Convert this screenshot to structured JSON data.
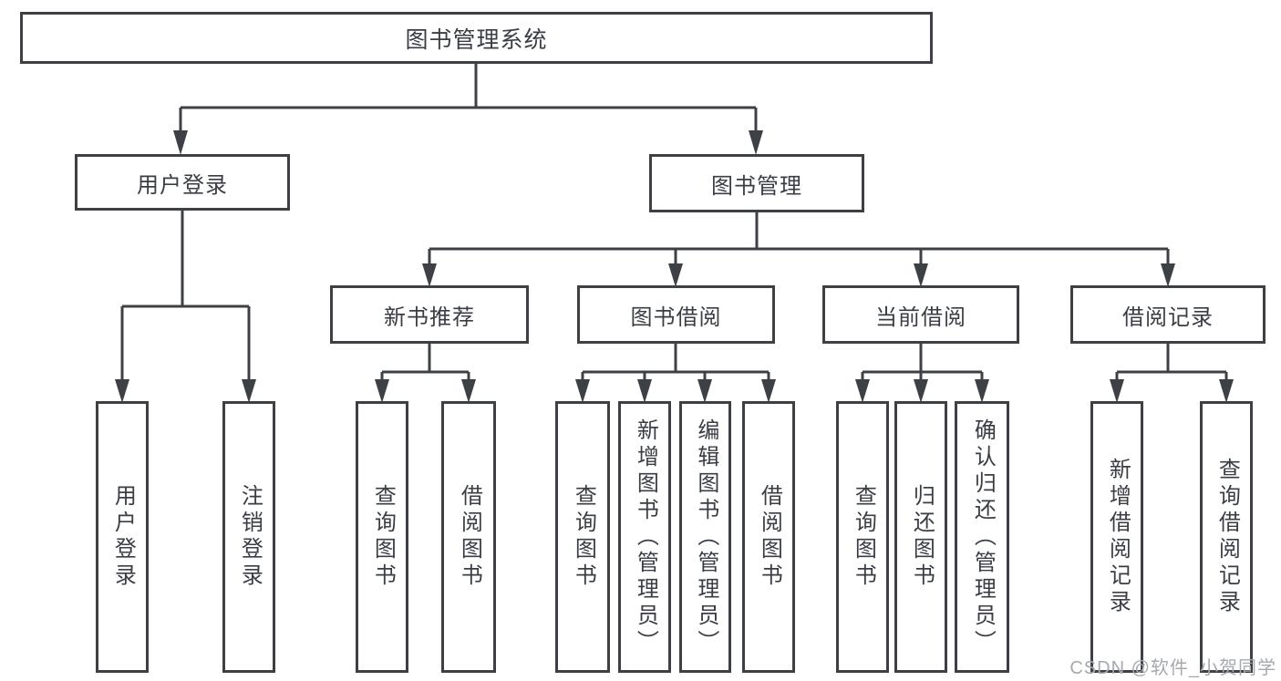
{
  "tree": {
    "root": {
      "label": "图书管理系统"
    },
    "branches": [
      {
        "label": "用户登录",
        "children": [
          {
            "label": "用户登录"
          },
          {
            "label": "注销登录"
          }
        ]
      },
      {
        "label": "图书管理",
        "sections": [
          {
            "label": "新书推荐",
            "children": [
              {
                "label": "查询图书"
              },
              {
                "label": "借阅图书"
              }
            ]
          },
          {
            "label": "图书借阅",
            "children": [
              {
                "label": "查询图书"
              },
              {
                "label": "新增图书（管理员）"
              },
              {
                "label": "编辑图书（管理员）"
              },
              {
                "label": "借阅图书"
              }
            ]
          },
          {
            "label": "当前借阅",
            "children": [
              {
                "label": "查询图书"
              },
              {
                "label": "归还图书"
              },
              {
                "label": "确认归还（管理员）"
              }
            ]
          },
          {
            "label": "借阅记录",
            "children": [
              {
                "label": "新增借阅记录"
              },
              {
                "label": "查询借阅记录"
              }
            ]
          }
        ]
      }
    ]
  },
  "watermark": {
    "text": "CSDN @软件_小贺同学"
  },
  "colors": {
    "line": "#3d4045",
    "text": "#3a3e44",
    "watermark": "#a6a9ad",
    "background": "#ffffff"
  }
}
